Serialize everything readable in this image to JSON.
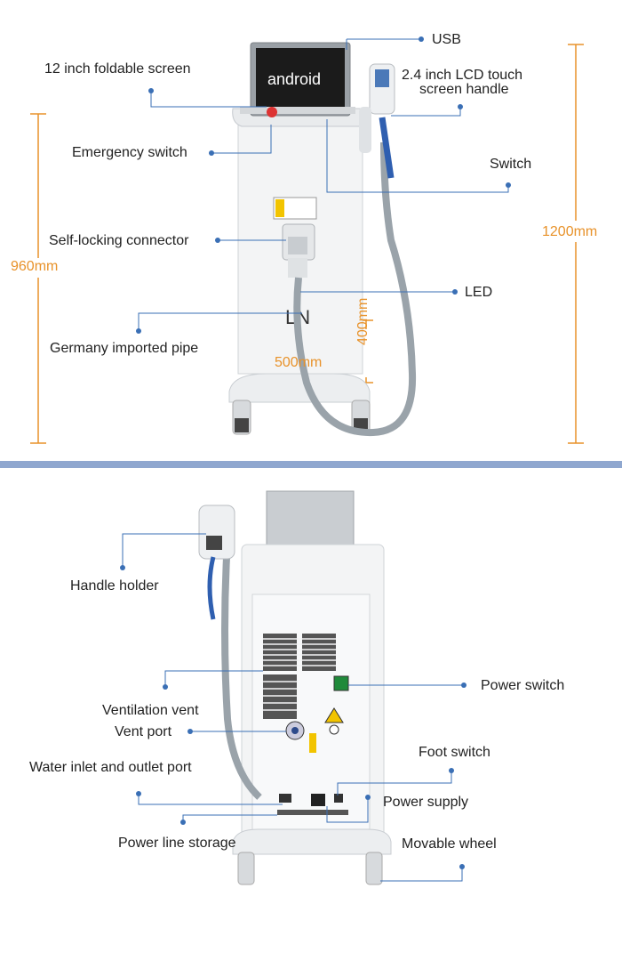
{
  "top": {
    "labels": {
      "usb": "USB",
      "screen": "12 inch foldable screen",
      "lcd_line1": "2.4 inch LCD touch",
      "lcd_line2": "screen handle",
      "emergency": "Emergency switch",
      "switch": "Switch",
      "self_locking": "Self-locking connector",
      "led": "LED",
      "pipe": "Germany imported pipe"
    },
    "screen_text": "android",
    "dims": {
      "height_left": "960mm",
      "height_right": "1200mm",
      "width": "500mm",
      "wheel": "400mm"
    }
  },
  "bottom": {
    "labels": {
      "handle_holder": "Handle holder",
      "ventilation": "Ventilation vent",
      "vent_port": "Vent port",
      "water": "Water inlet and outlet port",
      "power_line": "Power line storage",
      "power_switch": "Power switch",
      "foot_switch": "Foot switch",
      "power_supply": "Power supply",
      "wheel": "Movable wheel"
    }
  },
  "colors": {
    "callout": "#3a6fb5",
    "dimension": "#e8922a",
    "divider": "#8fa7cf"
  }
}
